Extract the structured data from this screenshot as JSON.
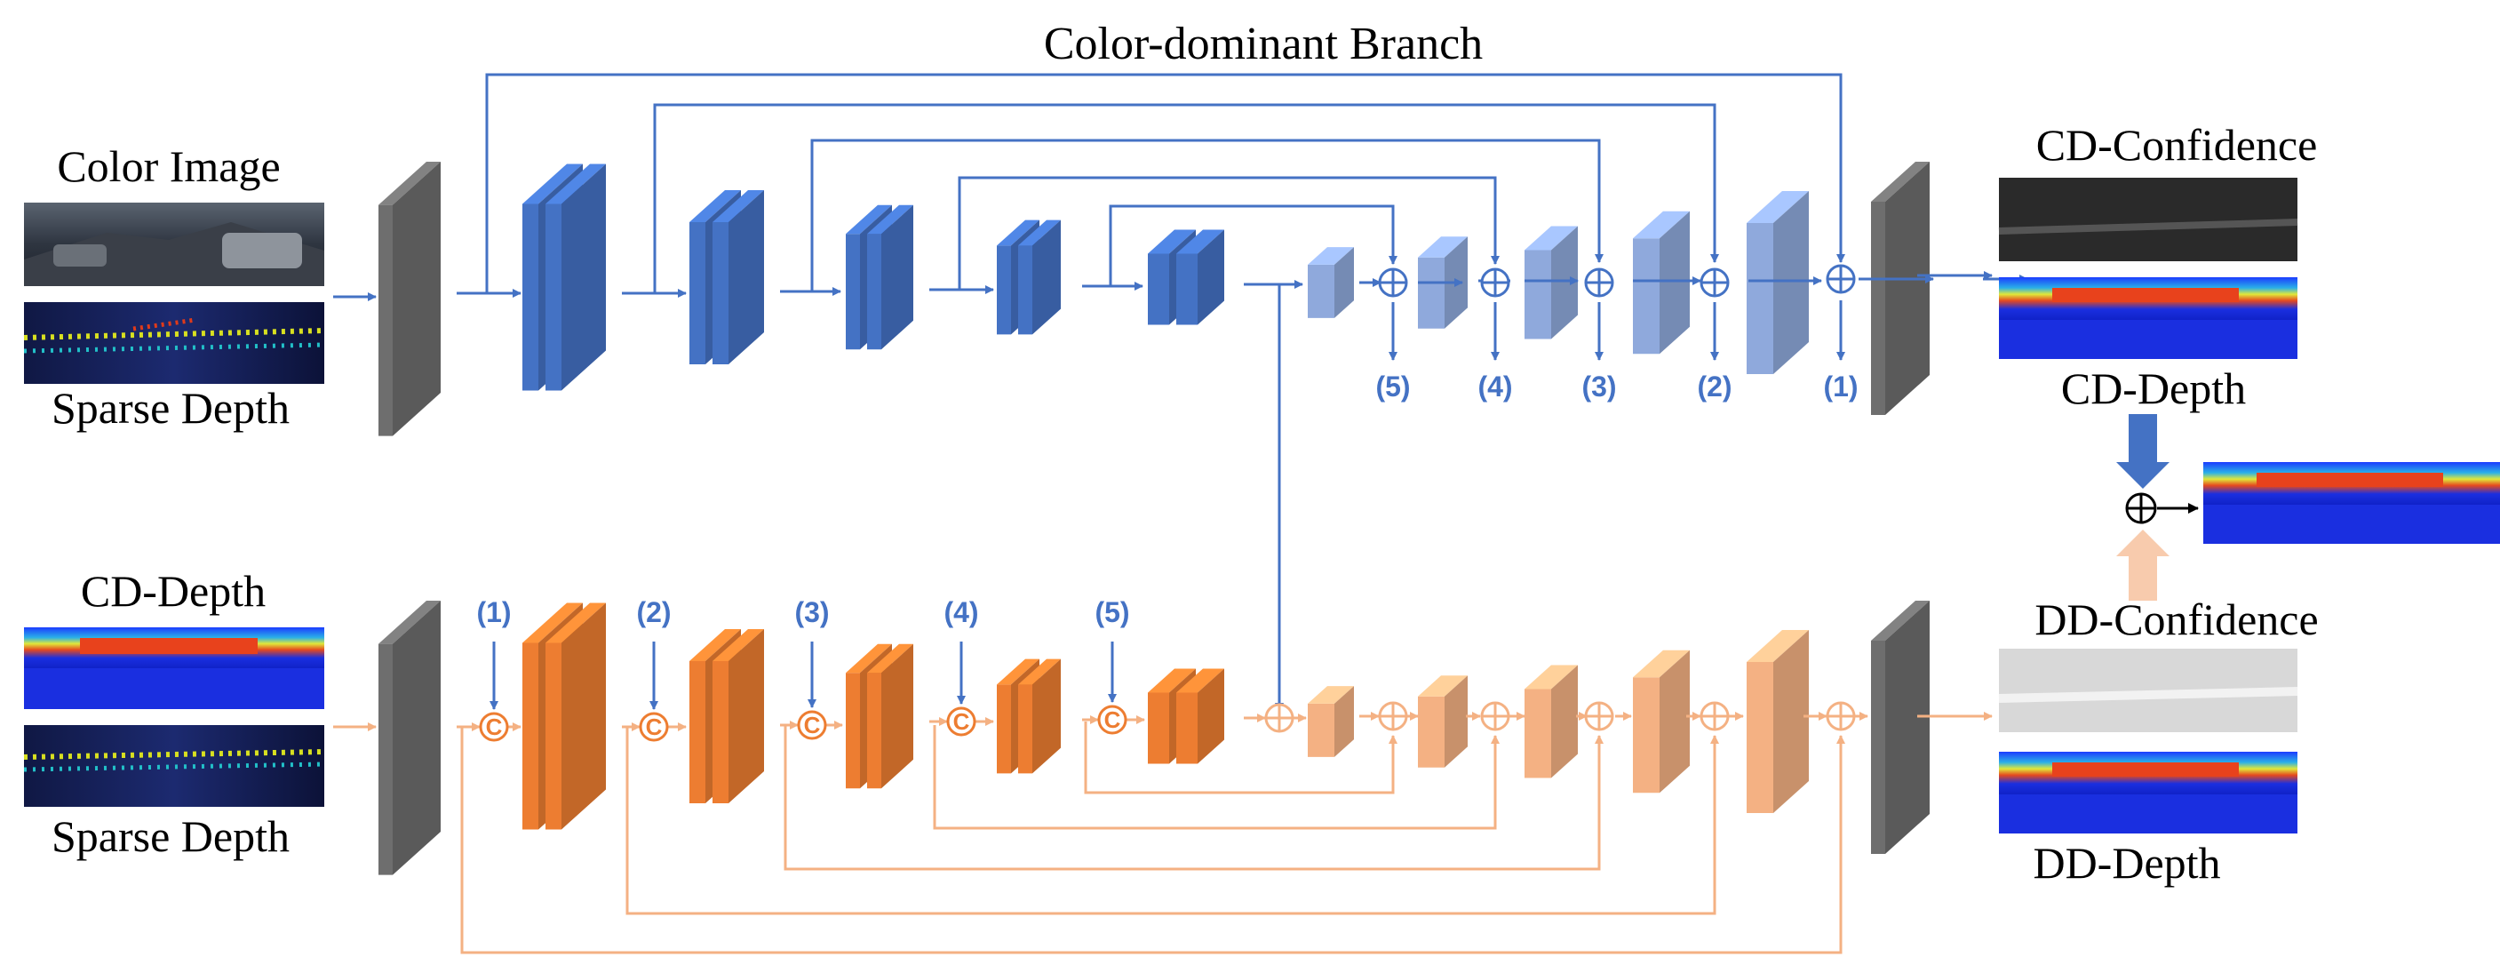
{
  "title": "Color-dominant Branch",
  "labels": {
    "color_image": "Color Image",
    "sparse_depth_top": "Sparse Depth",
    "cd_depth_input": "CD-Depth",
    "sparse_depth_bottom": "Sparse Depth",
    "cd_confidence": "CD-Confidence",
    "cd_depth": "CD-Depth",
    "dd_confidence": "DD-Confidence",
    "dd_depth": "DD-Depth"
  },
  "skip_markers": [
    "(1)",
    "(2)",
    "(3)",
    "(4)",
    "(5)"
  ],
  "colors": {
    "blue": "#4472C4",
    "orange": "#ED7D31",
    "light_orange": "#F4B183",
    "gray": "#6E6E6E",
    "depth_blue": "#1A2FE0",
    "depth_red": "#E83A1C"
  },
  "icons": {
    "add": "circled-plus-icon",
    "concat": "circled-c-icon"
  }
}
